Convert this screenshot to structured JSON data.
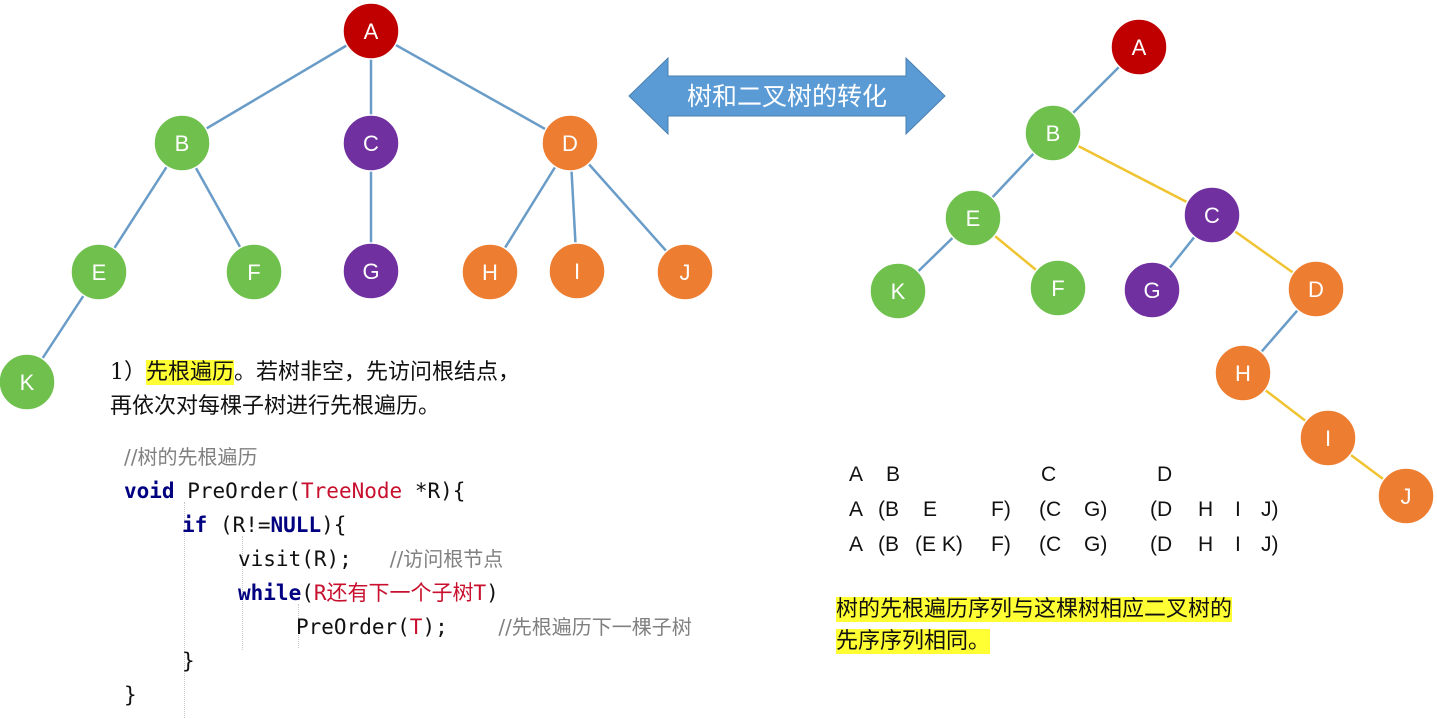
{
  "banner": {
    "label": "树和二叉树的转化",
    "fill": "#5b9bd5"
  },
  "colors": {
    "red": "#c00000",
    "green": "#70c04e",
    "purple": "#7030a0",
    "orange": "#ed7d31",
    "blue_edge": "#6a9cc8",
    "yellow_edge": "#f0c330",
    "highlight": "#ffff33"
  },
  "tree": {
    "nodes": [
      {
        "id": "A",
        "label": "A",
        "color": "red"
      },
      {
        "id": "B",
        "label": "B",
        "color": "green"
      },
      {
        "id": "C",
        "label": "C",
        "color": "purple"
      },
      {
        "id": "D",
        "label": "D",
        "color": "orange"
      },
      {
        "id": "E",
        "label": "E",
        "color": "green"
      },
      {
        "id": "F",
        "label": "F",
        "color": "green"
      },
      {
        "id": "G",
        "label": "G",
        "color": "purple"
      },
      {
        "id": "H",
        "label": "H",
        "color": "orange"
      },
      {
        "id": "I",
        "label": "I",
        "color": "orange"
      },
      {
        "id": "J",
        "label": "J",
        "color": "orange"
      },
      {
        "id": "K",
        "label": "K",
        "color": "green"
      }
    ],
    "edges": [
      [
        "A",
        "B"
      ],
      [
        "A",
        "C"
      ],
      [
        "A",
        "D"
      ],
      [
        "B",
        "E"
      ],
      [
        "B",
        "F"
      ],
      [
        "C",
        "G"
      ],
      [
        "D",
        "H"
      ],
      [
        "D",
        "I"
      ],
      [
        "D",
        "J"
      ],
      [
        "E",
        "K"
      ]
    ]
  },
  "binary_tree": {
    "nodes": [
      {
        "id": "A",
        "label": "A",
        "color": "red"
      },
      {
        "id": "B",
        "label": "B",
        "color": "green"
      },
      {
        "id": "C",
        "label": "C",
        "color": "purple"
      },
      {
        "id": "D",
        "label": "D",
        "color": "orange"
      },
      {
        "id": "E",
        "label": "E",
        "color": "green"
      },
      {
        "id": "F",
        "label": "F",
        "color": "green"
      },
      {
        "id": "G",
        "label": "G",
        "color": "purple"
      },
      {
        "id": "H",
        "label": "H",
        "color": "orange"
      },
      {
        "id": "I",
        "label": "I",
        "color": "orange"
      },
      {
        "id": "J",
        "label": "J",
        "color": "orange"
      },
      {
        "id": "K",
        "label": "K",
        "color": "green"
      }
    ],
    "edges": [
      {
        "from": "A",
        "to": "B",
        "kind": "child"
      },
      {
        "from": "B",
        "to": "E",
        "kind": "child"
      },
      {
        "from": "E",
        "to": "K",
        "kind": "child"
      },
      {
        "from": "C",
        "to": "G",
        "kind": "child"
      },
      {
        "from": "D",
        "to": "H",
        "kind": "child"
      },
      {
        "from": "B",
        "to": "C",
        "kind": "sibling"
      },
      {
        "from": "C",
        "to": "D",
        "kind": "sibling"
      },
      {
        "from": "E",
        "to": "F",
        "kind": "sibling"
      },
      {
        "from": "H",
        "to": "I",
        "kind": "sibling"
      },
      {
        "from": "I",
        "to": "J",
        "kind": "sibling"
      }
    ]
  },
  "description": {
    "prefix": "1）",
    "highlight": "先根遍历",
    "rest": "。若树非空，先访问根结点，",
    "line2": "再依次对每棵子树进行先根遍历。"
  },
  "code": {
    "comment_title": "//树的先根遍历",
    "sig_kw": "void",
    "sig_name": " PreOrder(",
    "sig_type": "TreeNode",
    "sig_rest": " *R){",
    "if_kw": "if",
    "if_a": " (R!=",
    "if_null": "NULL",
    "if_b": "){",
    "visit": "visit(R);",
    "visit_comment": "//访问根节点",
    "while_kw": "while",
    "while_a": "(",
    "while_cond": "R还有下一个子树T",
    "while_b": ")",
    "rec_a": "PreOrder(",
    "rec_t": "T",
    "rec_b": ");",
    "rec_comment": "//先根遍历下一棵子树",
    "close_inner": "}",
    "close_outer": "}"
  },
  "sequence": {
    "row1": [
      "A",
      "B",
      "C",
      "D"
    ],
    "row2": [
      "A",
      "(B",
      "E",
      "F)",
      "(C",
      "G)",
      "(D",
      "H",
      "I",
      "J)"
    ],
    "row3": [
      "A",
      "(B",
      "(E K)",
      "F)",
      "(C",
      "G)",
      "(D",
      "H",
      "I",
      "J)"
    ]
  },
  "conclusion": {
    "line1": "树的先根遍历序列与这棵树相应二叉树的",
    "line2": "先序序列相同。"
  }
}
